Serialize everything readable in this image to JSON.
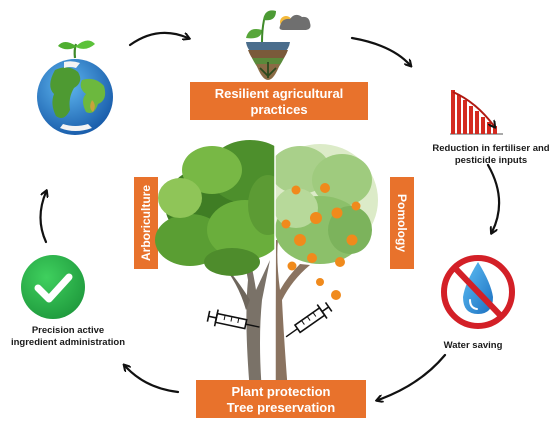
{
  "banners": {
    "top": [
      "Resilient agricultural",
      "practices"
    ],
    "bottom": [
      "Plant protection",
      "Tree preservation"
    ],
    "left": "Arboriculture",
    "right": "Pomology"
  },
  "captions": {
    "reduction": [
      "Reduction in fertiliser and",
      "pesticide inputs"
    ],
    "water": "Water saving",
    "precision": [
      "Precision active",
      "ingredient administration"
    ]
  },
  "colors": {
    "banner": "#e8722c",
    "check": "#27b24a",
    "forbidden": "#d32027",
    "water_drop": "#1e90d6",
    "bar_red": "#d42a20",
    "arrow": "#111111"
  },
  "icons": {
    "globe": "globe-with-sprout-icon",
    "soil": "soil-plant-sun-icon",
    "chart": "declining-bar-chart-icon",
    "water": "no-water-icon",
    "check": "checkmark-icon",
    "syringe": "syringe-icon"
  }
}
